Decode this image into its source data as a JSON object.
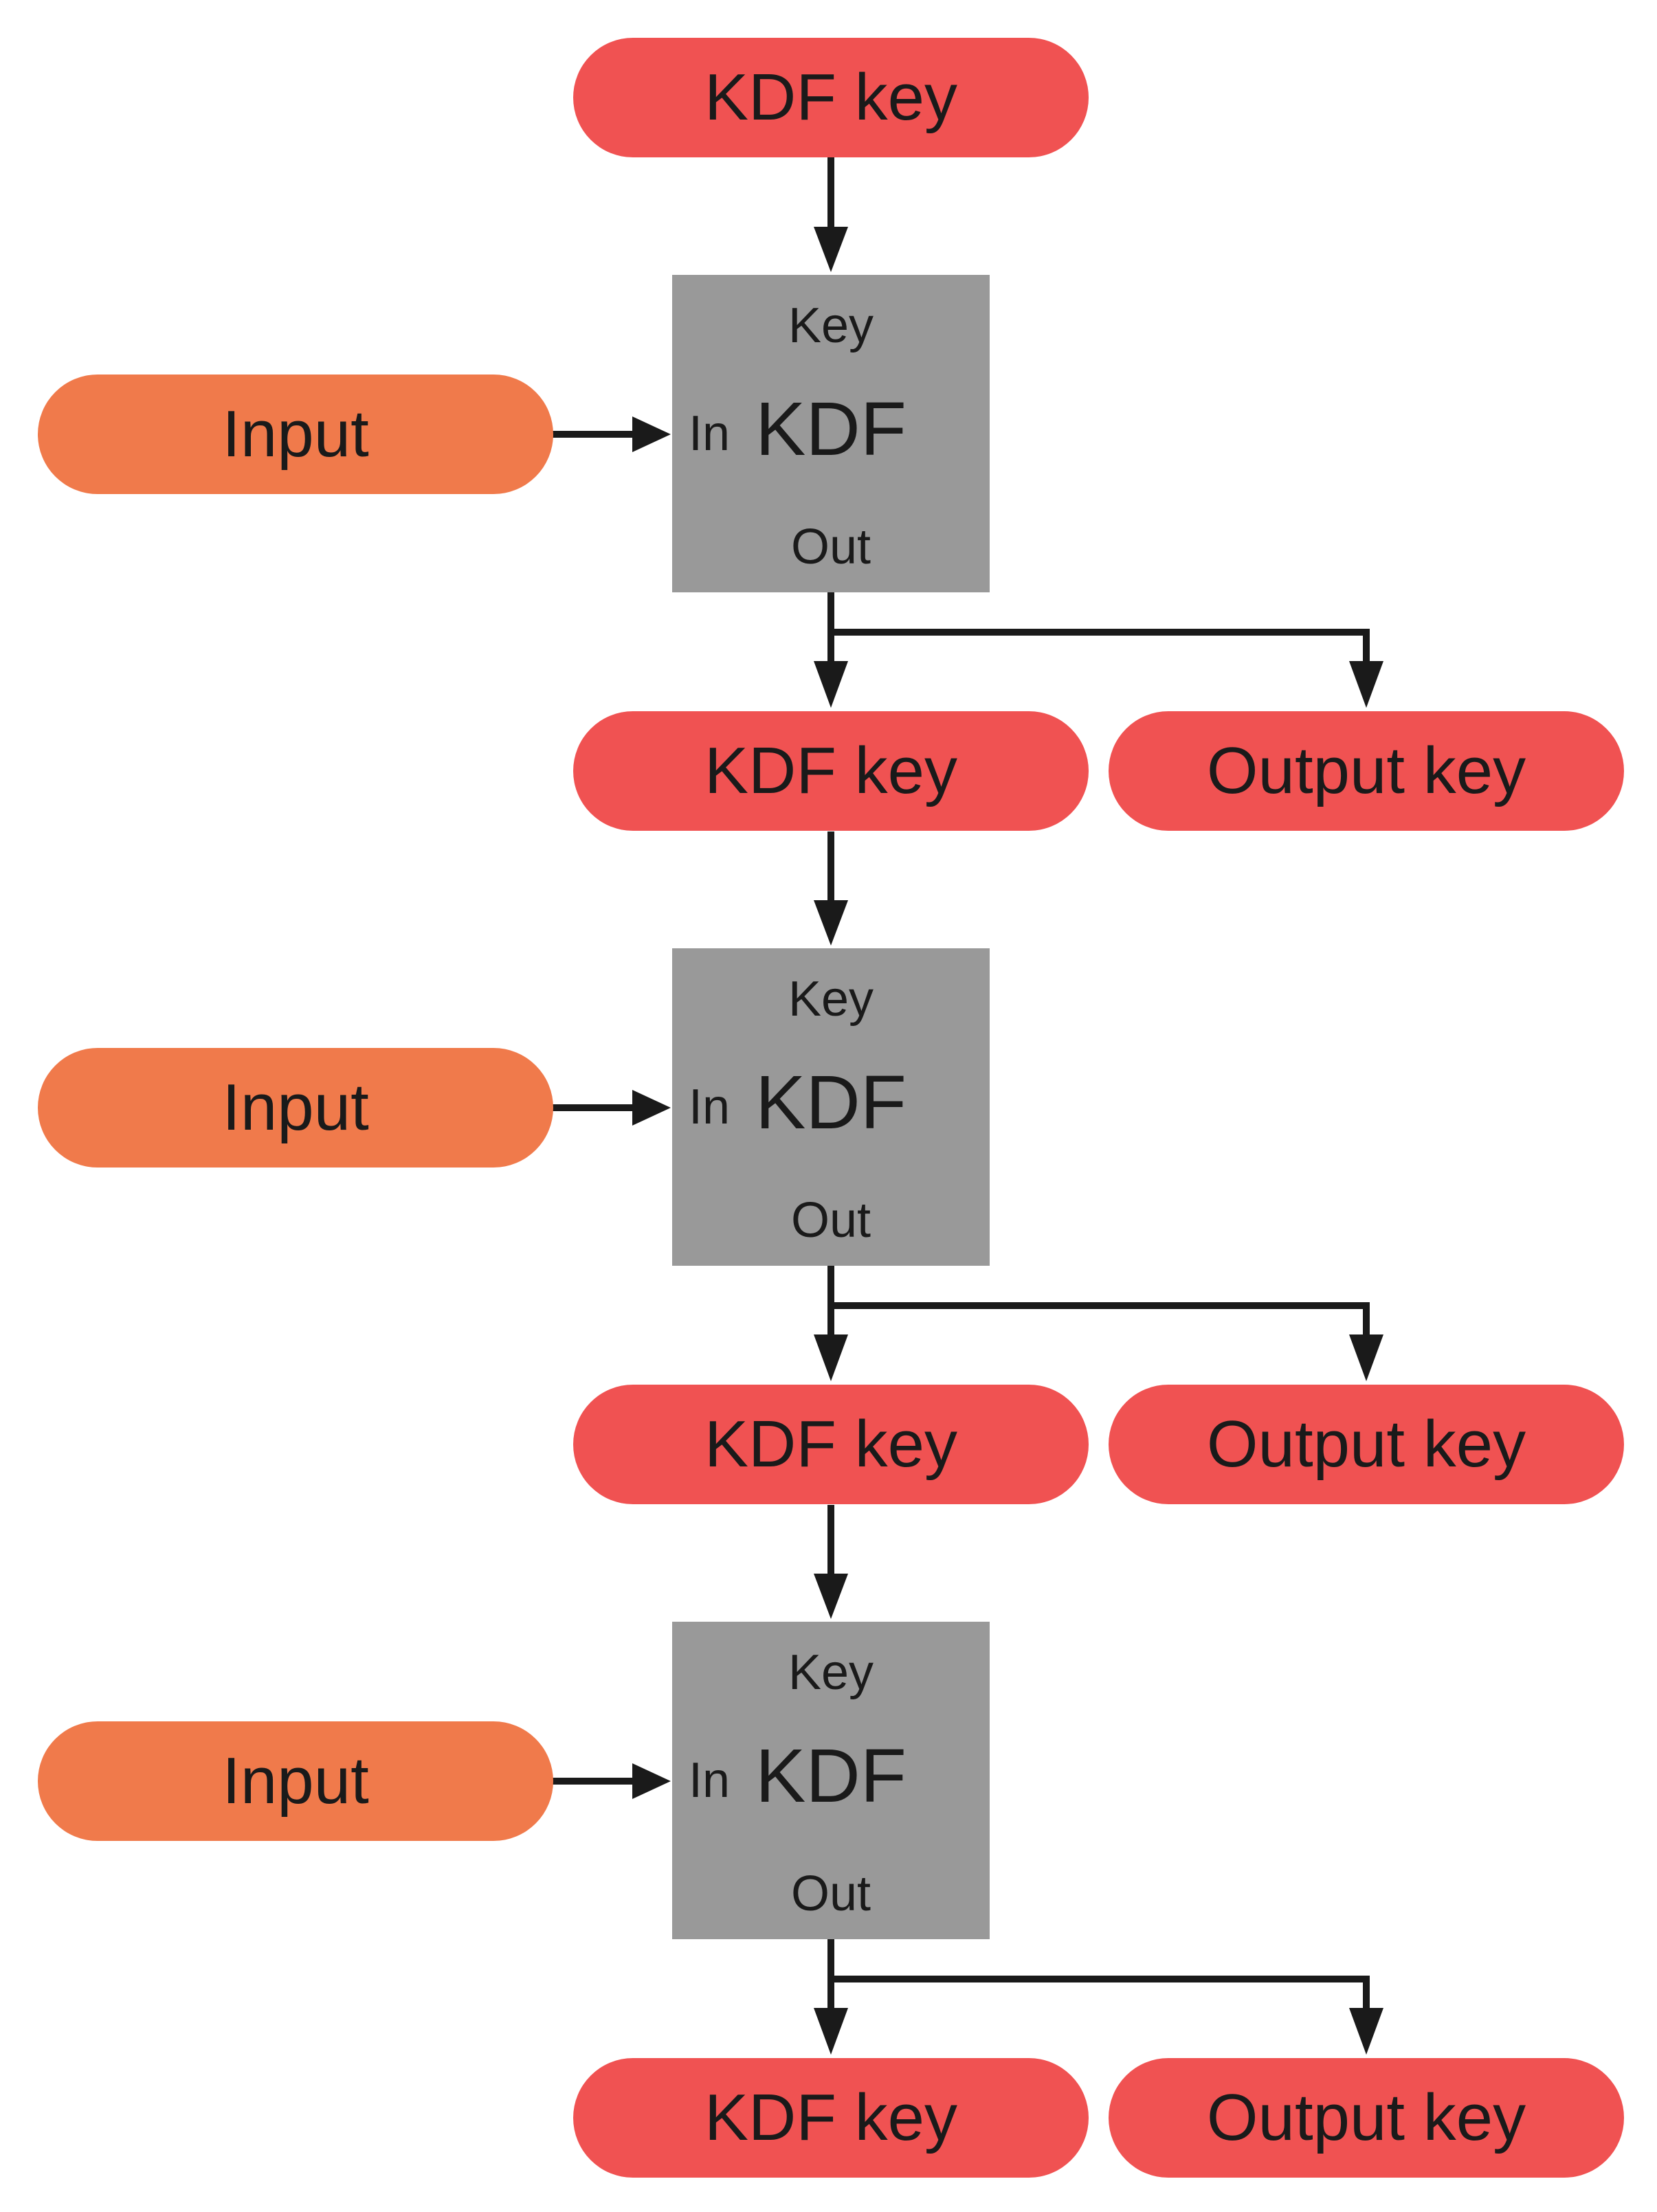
{
  "diagram": {
    "initial_key_label": "KDF key",
    "stages": [
      {
        "input_label": "Input",
        "kdf": {
          "key_port": "Key",
          "in_port": "In",
          "name": "KDF",
          "out_port": "Out"
        },
        "kdf_key_label": "KDF key",
        "output_key_label": "Output key"
      },
      {
        "input_label": "Input",
        "kdf": {
          "key_port": "Key",
          "in_port": "In",
          "name": "KDF",
          "out_port": "Out"
        },
        "kdf_key_label": "KDF key",
        "output_key_label": "Output key"
      },
      {
        "input_label": "Input",
        "kdf": {
          "key_port": "Key",
          "in_port": "In",
          "name": "KDF",
          "out_port": "Out"
        },
        "kdf_key_label": "KDF key",
        "output_key_label": "Output key"
      }
    ]
  },
  "colors": {
    "key_node": "#f05252",
    "input_node": "#f07a4b",
    "kdf_box": "#999999",
    "arrow": "#1a1a1a"
  }
}
